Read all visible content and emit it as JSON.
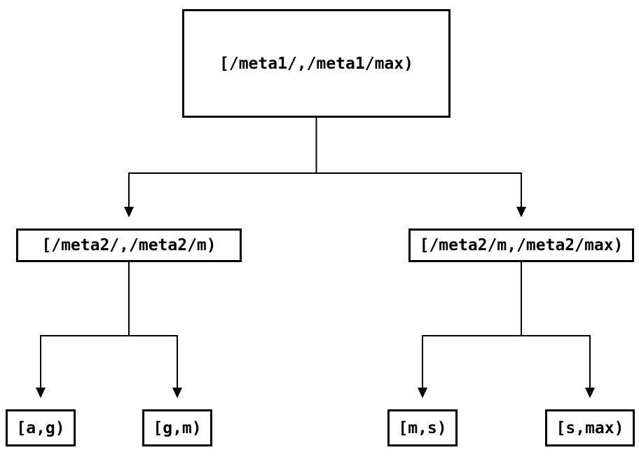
{
  "colors": {
    "background": "#ffffff",
    "line": "#000000",
    "box_border": "#000000",
    "text": "#000000"
  },
  "diagram": {
    "type": "tree",
    "nodes": {
      "root": {
        "label": "[/meta1/,/meta1/max)"
      },
      "mid_left": {
        "label": "[/meta2/,/meta2/m)"
      },
      "mid_right": {
        "label": "[/meta2/m,/meta2/max)"
      },
      "leaf_ag": {
        "label": "[a,g)"
      },
      "leaf_gm": {
        "label": "[g,m)"
      },
      "leaf_ms": {
        "label": "[m,s)"
      },
      "leaf_smax": {
        "label": "[s,max)"
      }
    },
    "edges": [
      {
        "from": "root",
        "to": "mid_left"
      },
      {
        "from": "root",
        "to": "mid_right"
      },
      {
        "from": "mid_left",
        "to": "leaf_ag"
      },
      {
        "from": "mid_left",
        "to": "leaf_gm"
      },
      {
        "from": "mid_right",
        "to": "leaf_ms"
      },
      {
        "from": "mid_right",
        "to": "leaf_smax"
      }
    ]
  }
}
